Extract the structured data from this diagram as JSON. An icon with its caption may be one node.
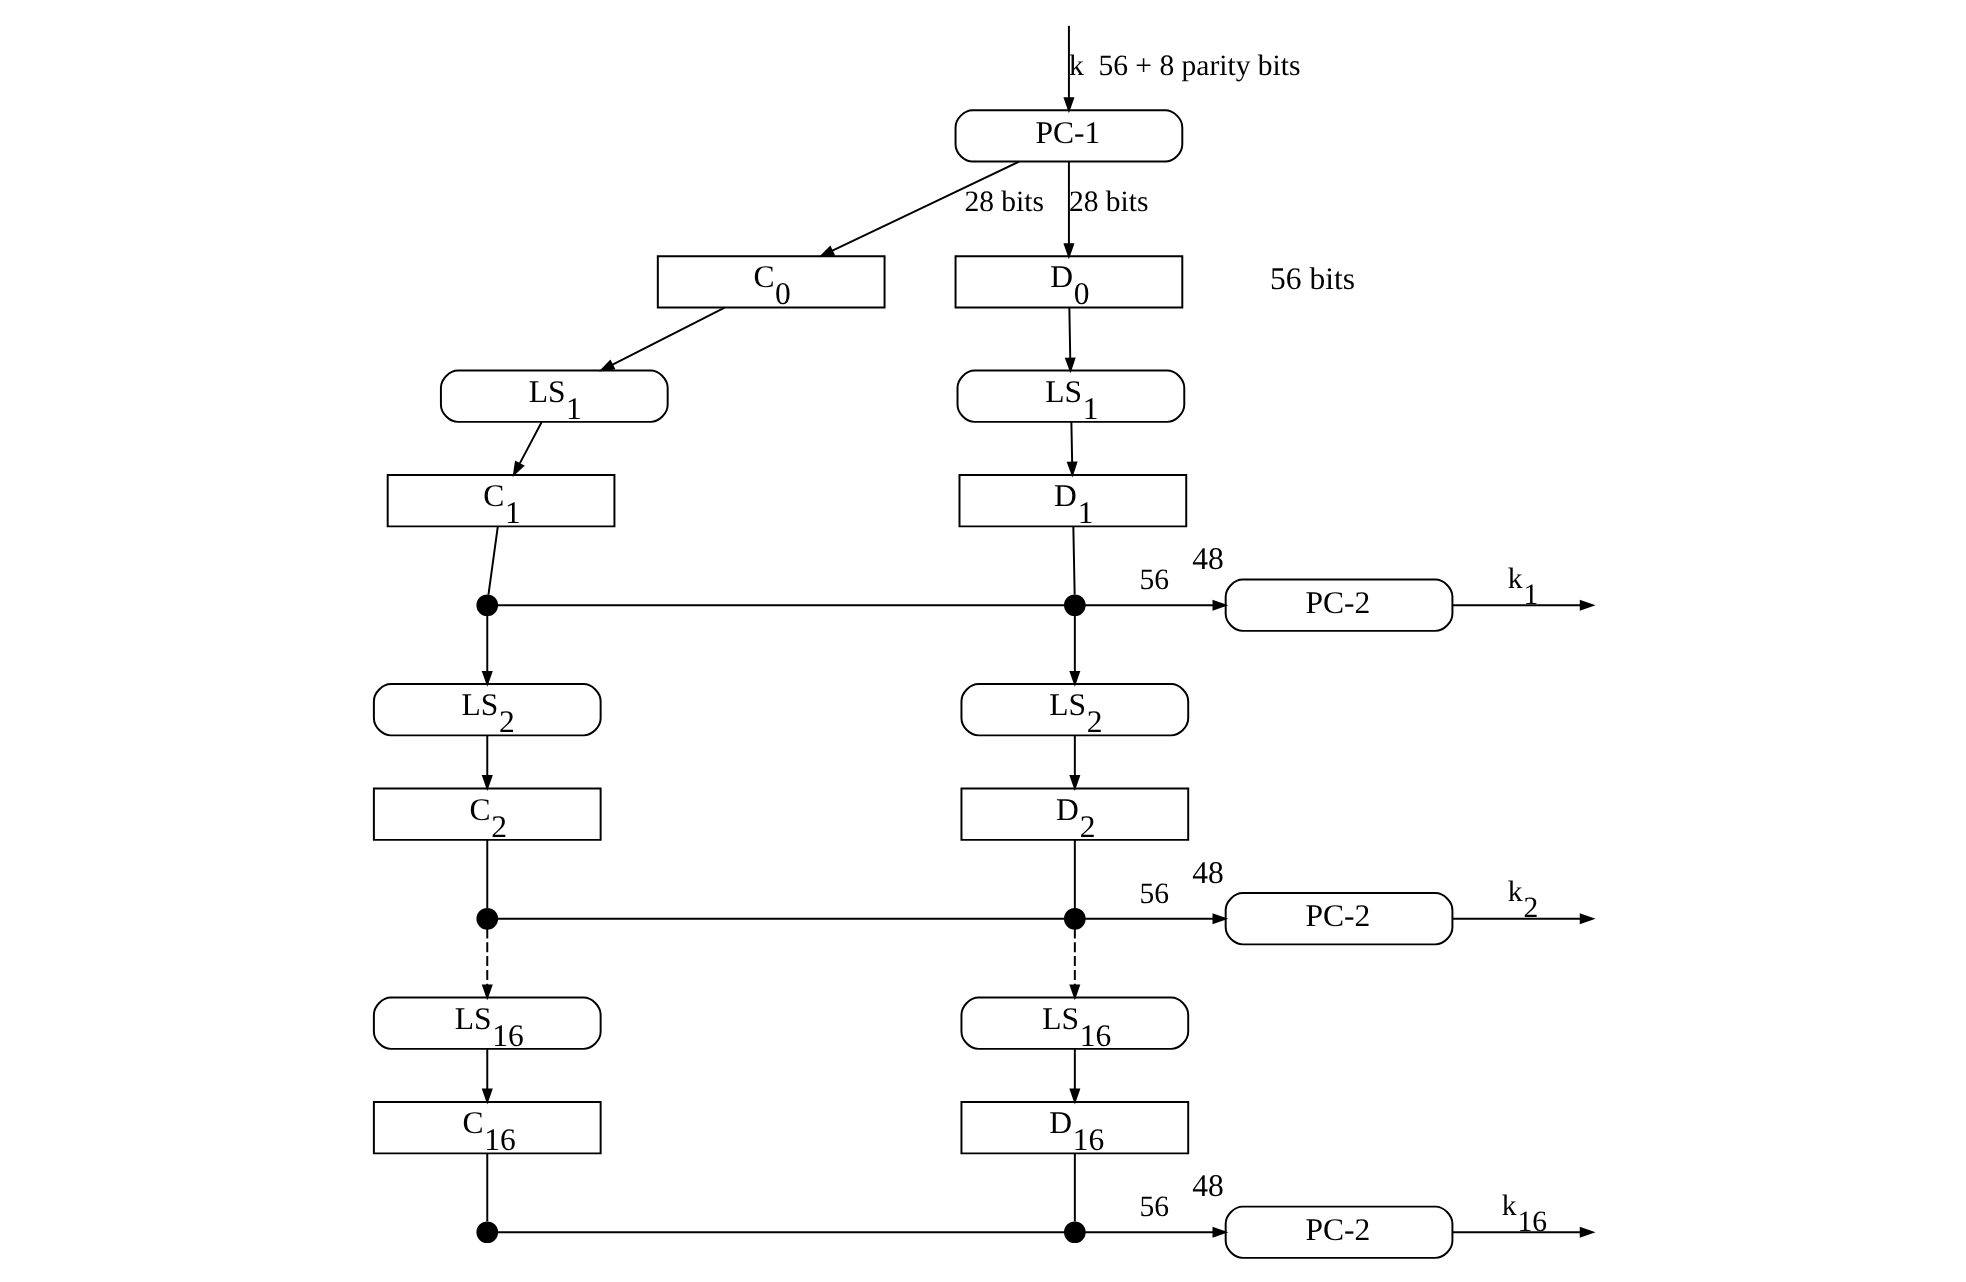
{
  "diagram": {
    "nodes": [
      {
        "text": [
          "PC-1"
        ]
      },
      {
        "text": [
          "C$_{0}$"
        ]
      },
      {
        "text": [
          "D$_{0}$"
        ]
      },
      {
        "text": [
          "LS$_{1}$"
        ]
      },
      {
        "text": [
          "LS$_{1}$"
        ]
      },
      {
        "text": [
          "C$_{1}$"
        ]
      },
      {
        "text": [
          "D$_{1}$"
        ]
      },
      {
        "text": [],
        "shape": "circle"
      },
      {
        "text": [],
        "shape": "circle"
      },
      {
        "text": [
          "PC-2"
        ],
        "beside": [
          "48"
        ]
      },
      {
        "text": [
          "LS$_{2}$"
        ]
      },
      {
        "text": [
          "LS$_{2}$"
        ]
      },
      {
        "text": [
          "C$_{2}$"
        ]
      },
      {
        "text": [
          "D$_{2}$"
        ]
      },
      {
        "text": [],
        "shape": "circle"
      },
      {
        "text": [],
        "shape": "circle"
      },
      {
        "text": [
          "PC-2"
        ],
        "beside": [
          "48"
        ]
      },
      {
        "text": [
          "LS$_{16}$"
        ]
      },
      {
        "text": [
          "LS$_{16}$"
        ]
      },
      {
        "text": [
          "C$_{16}$"
        ]
      },
      {
        "text": [
          "D$_{16}$"
        ]
      },
      {
        "text": [],
        "shape": "circle"
      },
      {
        "text": [],
        "shape": "circle"
      },
      {
        "text": [
          "PC-2"
        ],
        "beside": [
          "48"
        ]
      }
    ],
    "edges": [
      {
        "from": null,
        "to": 0,
        "arrow": "to",
        "label": "k  56 + 8 parity bits"
      },
      {
        "from": 0,
        "to": 1,
        "arrow": "to",
        "label": "28 bits"
      },
      {
        "from": 0,
        "to": 2,
        "arrow": "to",
        "label": "28 bits"
      },
      {
        "from": 1,
        "to": 3,
        "arrow": "to"
      },
      {
        "from": 2,
        "to": 4,
        "arrow": "to"
      },
      {
        "from": 3,
        "to": 5,
        "arrow": "to"
      },
      {
        "from": 4,
        "to": 6,
        "arrow": "to"
      },
      {
        "from": 5,
        "to": 7,
        "arrow": "none"
      },
      {
        "from": 6,
        "to": 8,
        "arrow": "none"
      },
      {
        "from": 7,
        "to": 8,
        "arrow": "none"
      },
      {
        "from": 8,
        "to": 9,
        "arrow": "to",
        "label": "56"
      },
      {
        "from": 9,
        "to": null,
        "arrow": "to",
        "label": "k$_{1}$"
      },
      {
        "from": 7,
        "to": 10,
        "arrow": "to"
      },
      {
        "from": 8,
        "to": 11,
        "arrow": "to"
      },
      {
        "from": 10,
        "to": 12,
        "arrow": "to"
      },
      {
        "from": 11,
        "to": 13,
        "arrow": "to"
      },
      {
        "from": 12,
        "to": 14,
        "arrow": "none"
      },
      {
        "from": 13,
        "to": 15,
        "arrow": "none"
      },
      {
        "from": 14,
        "to": 15,
        "arrow": "none"
      },
      {
        "from": 15,
        "to": 16,
        "arrow": "to",
        "label": "56"
      },
      {
        "from": 16,
        "to": null,
        "arrow": "to",
        "label": "k$_{2}$"
      },
      {
        "from": 14,
        "to": 17,
        "arrow": "to",
        "style": "dashed"
      },
      {
        "from": 15,
        "to": 18,
        "arrow": "to",
        "style": "dashed"
      },
      {
        "from": 17,
        "to": 19,
        "arrow": "to"
      },
      {
        "from": 18,
        "to": 20,
        "arrow": "to"
      },
      {
        "from": 19,
        "to": 21,
        "arrow": "none"
      },
      {
        "from": 20,
        "to": 22,
        "arrow": "none"
      },
      {
        "from": 21,
        "to": 22,
        "arrow": "none"
      },
      {
        "from": 22,
        "to": 23,
        "arrow": "to",
        "label": "56"
      },
      {
        "from": 23,
        "to": null,
        "arrow": "to",
        "label": "k$_{16}$"
      }
    ],
    "labels": [
      "56 bits"
    ]
  }
}
